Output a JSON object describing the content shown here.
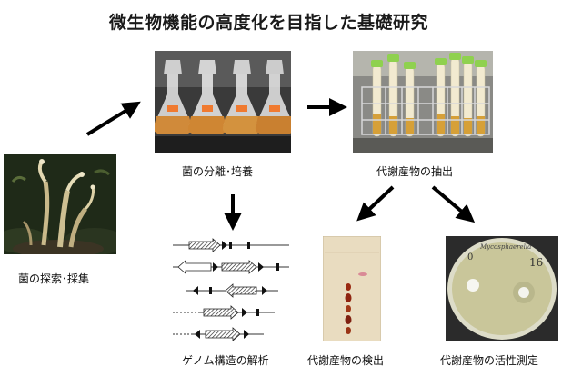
{
  "title": "微生物機能の高度化を目指した基礎研究",
  "steps": {
    "collection": "菌の探索･採集",
    "isolation": "菌の分離･培養",
    "extraction": "代謝産物の抽出",
    "genome": "ゲノム構造の解析",
    "detection": "代謝産物の検出",
    "activity": "代謝産物の活性測定"
  },
  "plate": {
    "label_top": "Mycosphaerella",
    "label_left": "0",
    "label_right": "16"
  },
  "colors": {
    "arrow": "#000000",
    "culture_broth": "#d08a3a",
    "tube_cap": "#8fd14f",
    "tlc_spot": "#9a2a12",
    "agar": "#c9c69a"
  },
  "icons": [
    "mushroom-photo",
    "flask-photo",
    "tube-rack-photo",
    "gene-map",
    "tlc-plate-photo",
    "petri-dish-photo"
  ]
}
